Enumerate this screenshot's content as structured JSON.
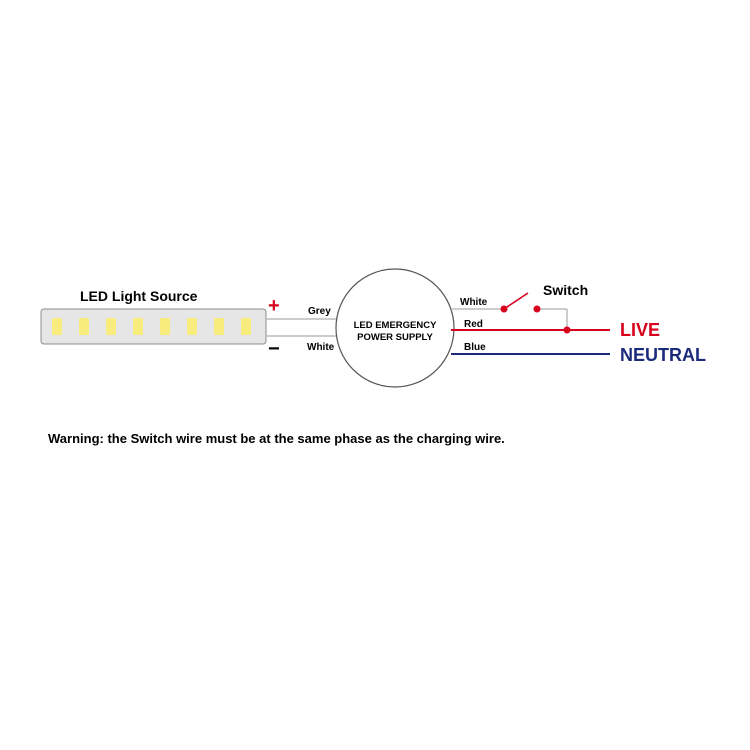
{
  "led_source": {
    "title": "LED Light Source",
    "led_count": 8,
    "led_color": "#f8ec7c",
    "plus_symbol": "+",
    "minus_symbol": "−"
  },
  "power_supply": {
    "line1": "LED EMERGENCY",
    "line2": "POWER SUPPLY"
  },
  "wires": {
    "grey": "Grey",
    "white_left": "White",
    "white_right": "White",
    "red": "Red",
    "blue": "Blue"
  },
  "switch_label": "Switch",
  "live_label": "LIVE",
  "neutral_label": "NEUTRAL",
  "warning": "Warning: the Switch wire must be at the same phase as the charging wire.",
  "colors": {
    "red": "#d8001c",
    "blue": "#1c2a7c",
    "grey_wire": "#bcbcbc",
    "led_body": "#e6e6e6"
  }
}
